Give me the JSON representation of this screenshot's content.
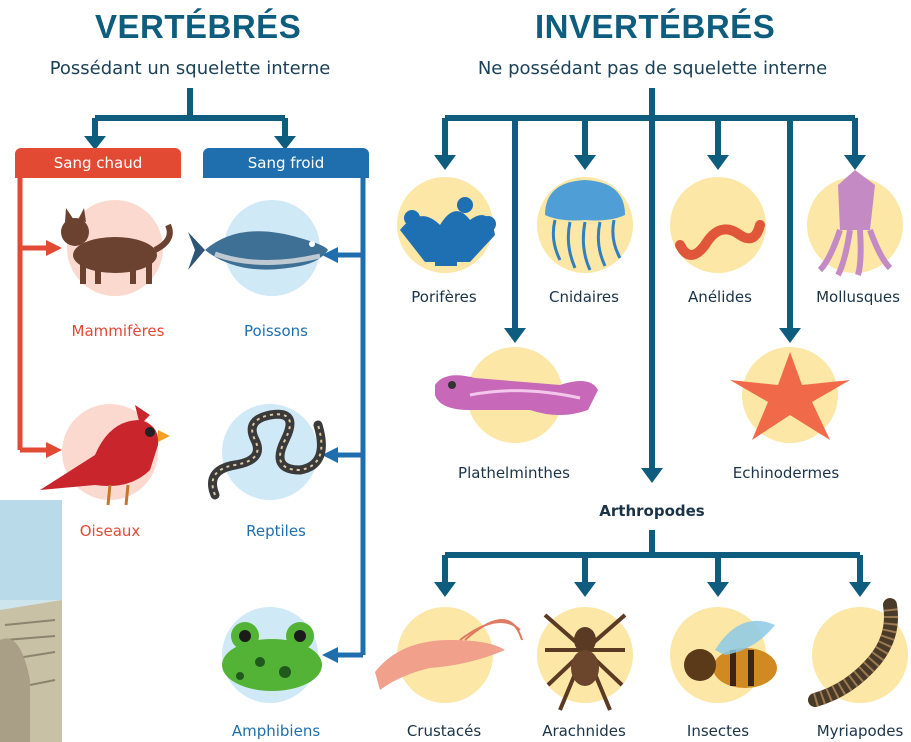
{
  "vertebres": {
    "title": "VERTÉBRÉS",
    "subtitle": "Possédant un squelette interne",
    "warm": {
      "label": "Sang chaud",
      "color": "#e24a34",
      "animals": [
        "Mammifères",
        "Oiseaux"
      ]
    },
    "cold": {
      "label": "Sang froid",
      "color": "#1f6fae",
      "animals": [
        "Poissons",
        "Reptiles",
        "Amphibiens"
      ]
    }
  },
  "invertebres": {
    "title": "INVERTÉBRÉS",
    "subtitle": "Ne possédant pas de squelette interne",
    "groups_row1": [
      "Porifères",
      "Cnidaires",
      "Anélides",
      "Mollusques"
    ],
    "groups_row2": [
      "Plathelminthes",
      "Echinodermes"
    ],
    "arthropodes": {
      "label": "Arthropodes",
      "groups": [
        "Crustacés",
        "Arachnides",
        "Insectes",
        "Myriapodes"
      ]
    },
    "arrow_color": "#0f5d7e"
  }
}
